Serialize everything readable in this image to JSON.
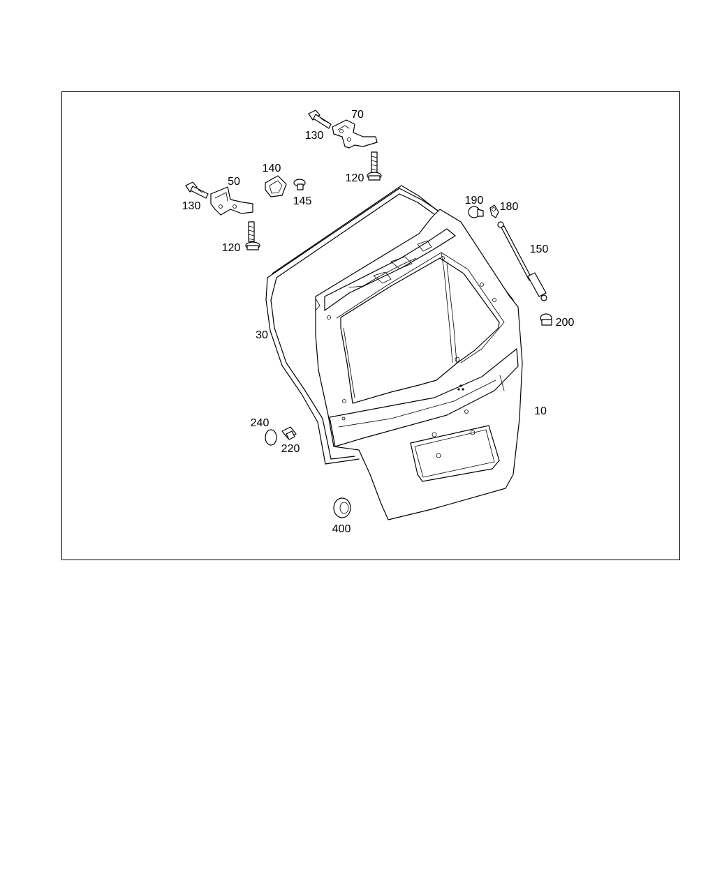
{
  "callouts": {
    "c70": "70",
    "c130_top": "130",
    "c140": "140",
    "c145": "145",
    "c120_top": "120",
    "c50": "50",
    "c130_left": "130",
    "c120_left": "120",
    "c190": "190",
    "c180": "180",
    "c150": "150",
    "c200": "200",
    "c30": "30",
    "c10": "10",
    "c240": "240",
    "c220": "220",
    "c400": "400"
  }
}
